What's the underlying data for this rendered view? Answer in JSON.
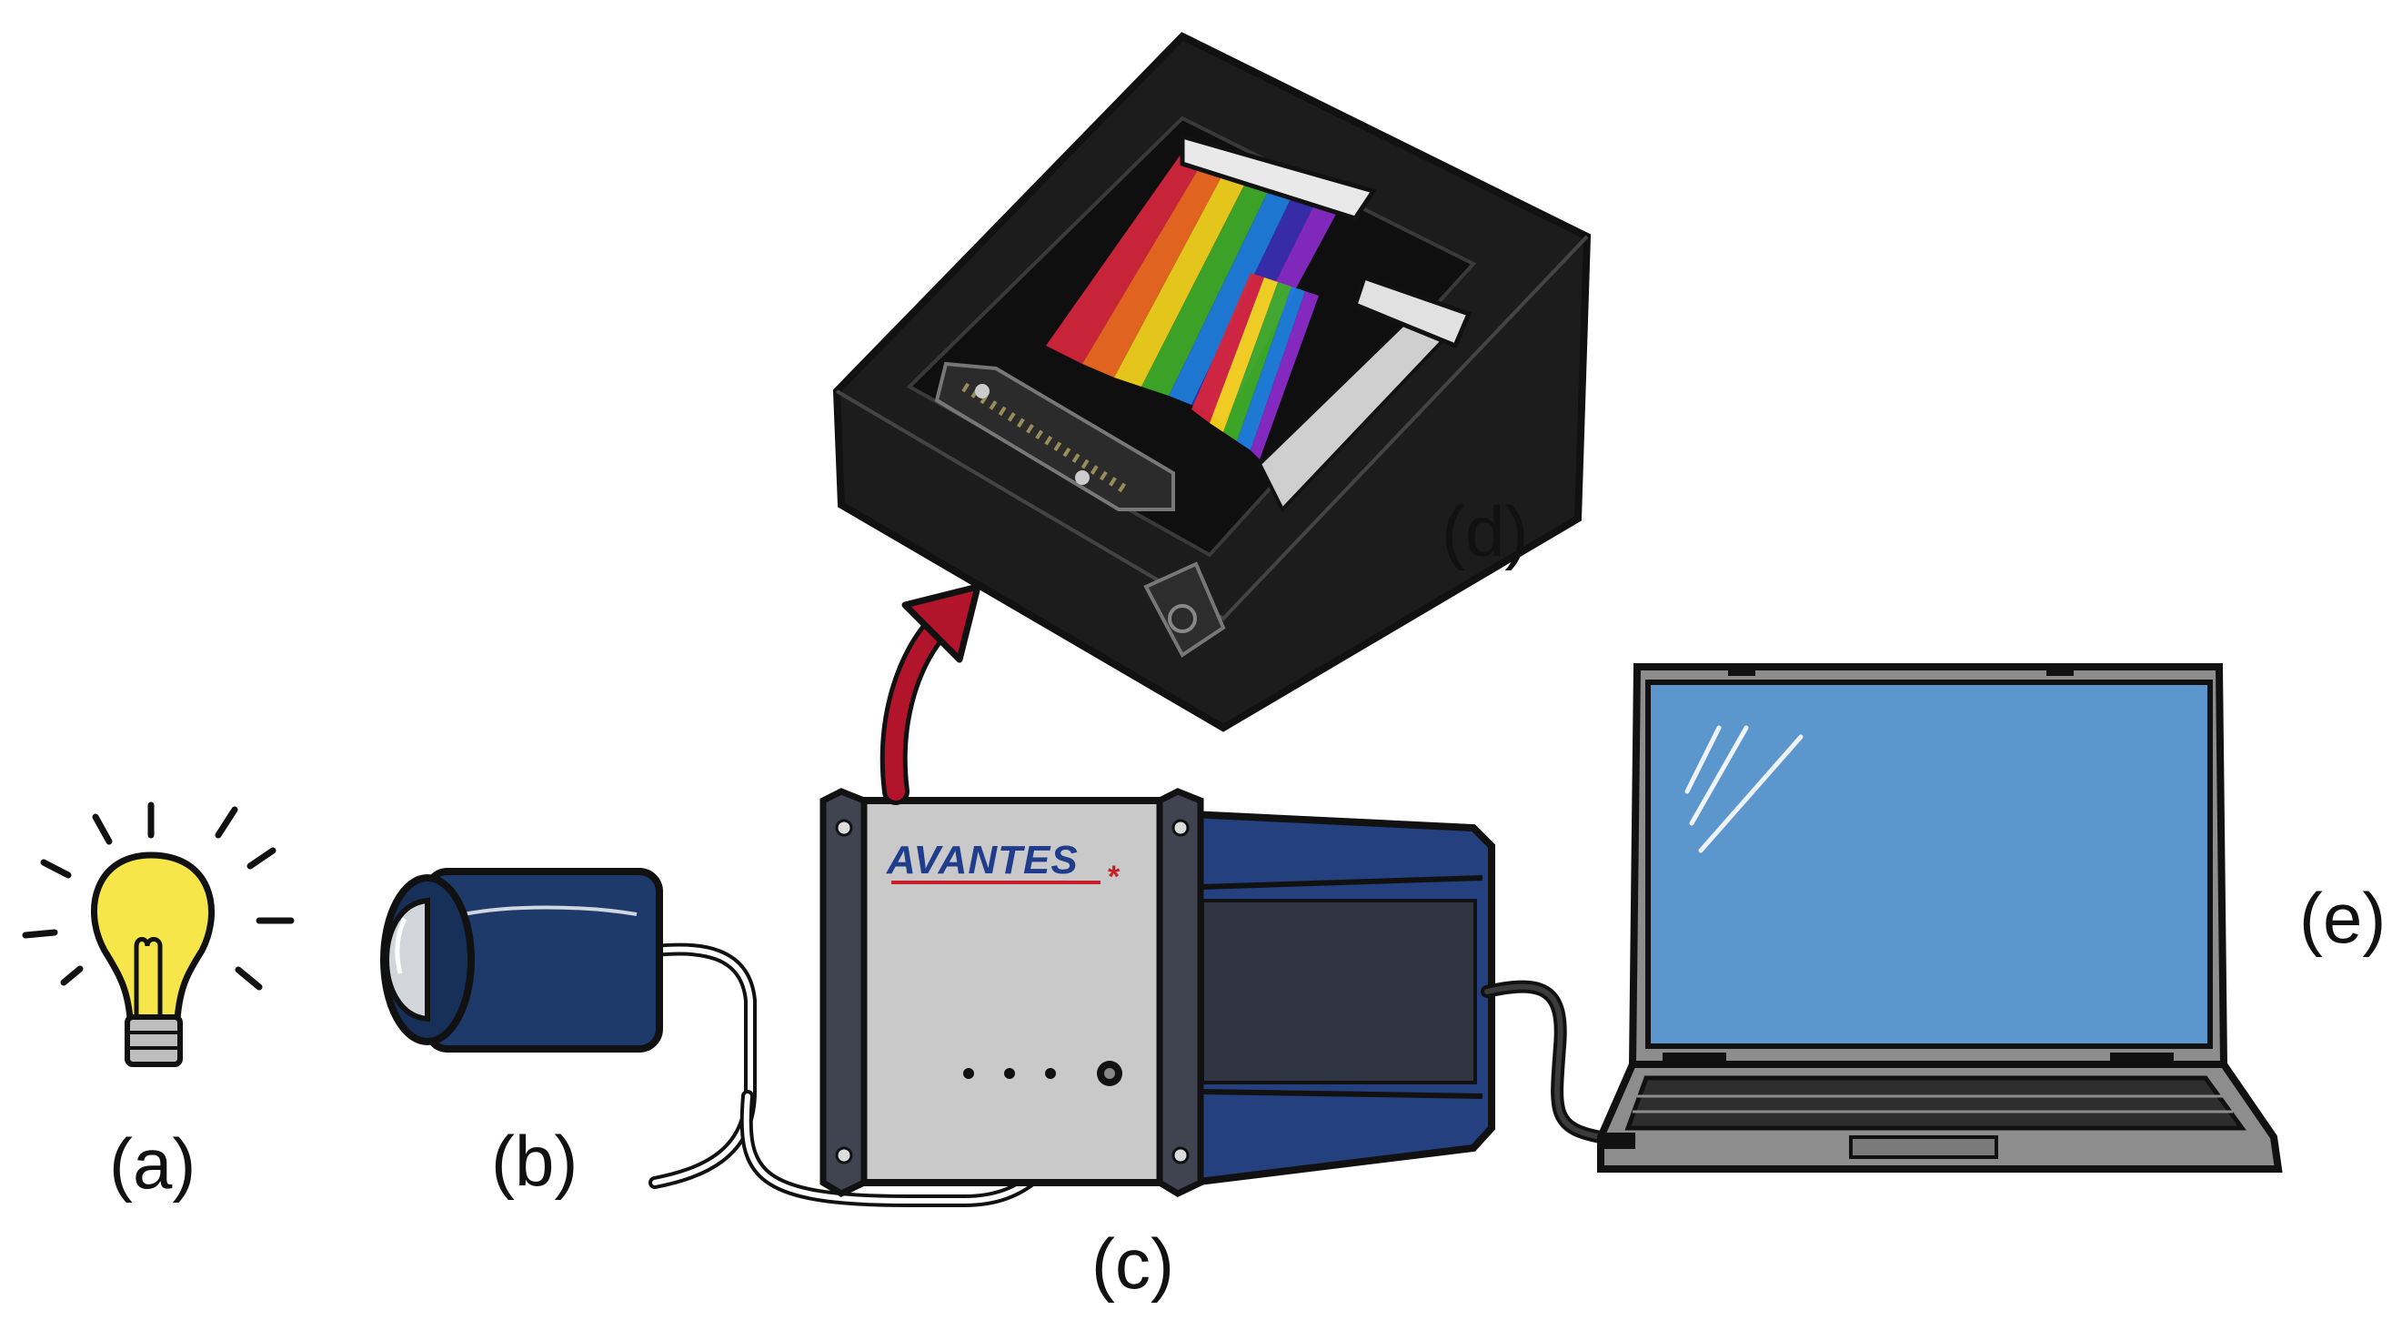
{
  "labels": {
    "a": "(a)",
    "b": "(b)",
    "c": "(c)",
    "d": "(d)",
    "e": "(e)"
  },
  "spectrometer": {
    "brand": "AVANTES"
  },
  "colors": {
    "outline": "#111111",
    "bulb_yellow": "#f6e64a",
    "probe_navy": "#1d3a6b",
    "cabinet_grey": "#c9c9c9",
    "cabinet_blue": "#25407f",
    "arrow_red": "#b2142c",
    "screen_blue": "#5b97cc",
    "laptop_grey": "#8d8d8d",
    "box_black": "#1c1c1c",
    "brand_blue": "#1f3d8c",
    "brand_red": "#c81e2a"
  },
  "spectrum_colors": [
    "#d7263d",
    "#f26b21",
    "#f7d51d",
    "#3fae2a",
    "#1f7fe0",
    "#3a2fb5",
    "#8a2bc9"
  ],
  "icons": [
    "light-bulb-icon",
    "optical-probe-icon",
    "spectrometer-icon",
    "grating-interior-icon",
    "laptop-icon",
    "arrow-up-icon"
  ]
}
